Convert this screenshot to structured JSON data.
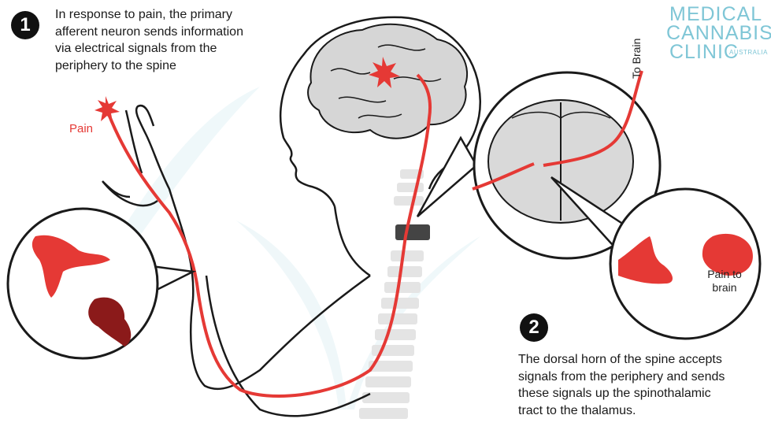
{
  "logo": {
    "line1": "MEDICAL",
    "line2": "CANNABIS",
    "line3": "CLINIC",
    "sub": "AUSTRALIA"
  },
  "steps": [
    {
      "number": "1",
      "text": "In response to pain, the primary\nafferent neuron sends information\nvia electrical signals from the\nperiphery to the spine"
    },
    {
      "number": "2",
      "text": "The dorsal horn of the spine accepts\nsignals from the periphery and sends\nthese signals up the spinothalamic\ntract to the thalamus."
    }
  ],
  "labels": {
    "pain": "Pain",
    "to_brain": "To Brain",
    "pain_to_brain": "Pain to\nbrain"
  },
  "colors": {
    "signal_red": "#e53935",
    "dark_red": "#8b1a1a",
    "outline": "#1a1a1a",
    "logo_teal": "#7fc6d6",
    "spinal_gray": "#d9d9d9"
  }
}
